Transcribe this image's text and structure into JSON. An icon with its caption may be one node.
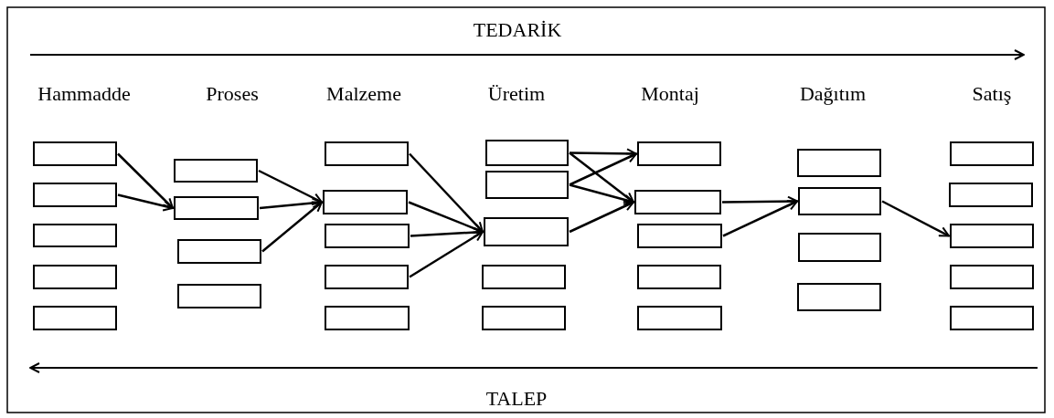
{
  "diagram": {
    "nodes": [
      {
        "text": [],
        "shape": "box"
      },
      {
        "text": [],
        "shape": "box"
      },
      {
        "text": [],
        "shape": "box"
      },
      {
        "text": [],
        "shape": "box"
      },
      {
        "text": [],
        "shape": "box"
      },
      {
        "text": [],
        "shape": "box"
      },
      {
        "text": [],
        "shape": "box"
      },
      {
        "text": [],
        "shape": "box"
      },
      {
        "text": [],
        "shape": "box"
      },
      {
        "text": [],
        "shape": "box"
      },
      {
        "text": [],
        "shape": "box"
      },
      {
        "text": [],
        "shape": "box"
      },
      {
        "text": [],
        "shape": "box"
      },
      {
        "text": [],
        "shape": "box"
      },
      {
        "text": [],
        "shape": "box"
      },
      {
        "text": [],
        "shape": "box"
      },
      {
        "text": [],
        "shape": "box"
      },
      {
        "text": [],
        "shape": "box"
      },
      {
        "text": [],
        "shape": "box"
      },
      {
        "text": [],
        "shape": "box"
      },
      {
        "text": [],
        "shape": "box"
      },
      {
        "text": [],
        "shape": "box"
      },
      {
        "text": [],
        "shape": "box"
      },
      {
        "text": [],
        "shape": "box"
      },
      {
        "text": [],
        "shape": "box"
      },
      {
        "text": [],
        "shape": "box"
      },
      {
        "text": [],
        "shape": "box"
      },
      {
        "text": [],
        "shape": "box"
      },
      {
        "text": [],
        "shape": "box"
      },
      {
        "text": [],
        "shape": "box"
      },
      {
        "text": [],
        "shape": "box"
      },
      {
        "text": [],
        "shape": "box"
      },
      {
        "text": [],
        "shape": "box"
      }
    ],
    "edges": [
      {
        "from": 0,
        "to": 6,
        "arrow": "to"
      },
      {
        "from": 1,
        "to": 6,
        "arrow": "to"
      },
      {
        "from": 5,
        "to": 10,
        "arrow": "to"
      },
      {
        "from": 6,
        "to": 10,
        "arrow": "to"
      },
      {
        "from": 7,
        "to": 10,
        "arrow": "to"
      },
      {
        "from": 9,
        "to": 16,
        "arrow": "to"
      },
      {
        "from": 10,
        "to": 16,
        "arrow": "to"
      },
      {
        "from": 11,
        "to": 16,
        "arrow": "to"
      },
      {
        "from": 12,
        "to": 16,
        "arrow": "to"
      },
      {
        "from": 14,
        "to": 19,
        "arrow": "to"
      },
      {
        "from": 14,
        "to": 20,
        "arrow": "to"
      },
      {
        "from": 15,
        "to": 19,
        "arrow": "to"
      },
      {
        "from": 15,
        "to": 20,
        "arrow": "to"
      },
      {
        "from": 16,
        "to": 20,
        "arrow": "to"
      },
      {
        "from": 20,
        "to": 25,
        "arrow": "to"
      },
      {
        "from": 21,
        "to": 25,
        "arrow": "to"
      },
      {
        "from": 25,
        "to": 30,
        "arrow": "to"
      }
    ],
    "labels": [
      "TEDARİK",
      "Hammadde",
      "Proses",
      "Malzeme",
      "Üretim",
      "Montaj",
      "Dağıtım",
      "Satış",
      "TALEP"
    ]
  }
}
